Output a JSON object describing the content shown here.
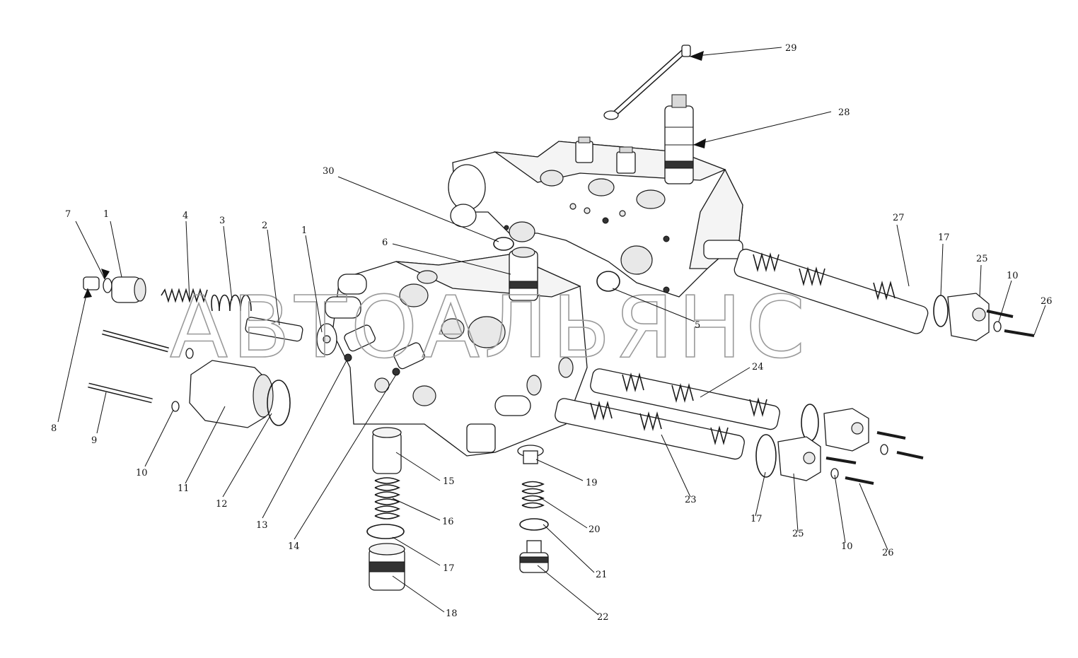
{
  "watermark": "АВТОАЛЬЯНС",
  "callouts": [
    {
      "id": "c29",
      "text": "29"
    },
    {
      "id": "c28",
      "text": "28"
    },
    {
      "id": "c30",
      "text": "30"
    },
    {
      "id": "c27",
      "text": "27"
    },
    {
      "id": "c17a",
      "text": "17"
    },
    {
      "id": "c25a",
      "text": "25"
    },
    {
      "id": "c10a",
      "text": "10"
    },
    {
      "id": "c26a",
      "text": "26"
    },
    {
      "id": "c7",
      "text": "7"
    },
    {
      "id": "c1a",
      "text": "1"
    },
    {
      "id": "c4",
      "text": "4"
    },
    {
      "id": "c3",
      "text": "3"
    },
    {
      "id": "c2",
      "text": "2"
    },
    {
      "id": "c1b",
      "text": "1"
    },
    {
      "id": "c6",
      "text": "6"
    },
    {
      "id": "c5",
      "text": "5"
    },
    {
      "id": "c24",
      "text": "24"
    },
    {
      "id": "c8",
      "text": "8"
    },
    {
      "id": "c9",
      "text": "9"
    },
    {
      "id": "c10b",
      "text": "10"
    },
    {
      "id": "c11",
      "text": "11"
    },
    {
      "id": "c12",
      "text": "12"
    },
    {
      "id": "c13",
      "text": "13"
    },
    {
      "id": "c14",
      "text": "14"
    },
    {
      "id": "c15",
      "text": "15"
    },
    {
      "id": "c16",
      "text": "16"
    },
    {
      "id": "c17b",
      "text": "17"
    },
    {
      "id": "c18",
      "text": "18"
    },
    {
      "id": "c19",
      "text": "19"
    },
    {
      "id": "c20",
      "text": "20"
    },
    {
      "id": "c21",
      "text": "21"
    },
    {
      "id": "c22",
      "text": "22"
    },
    {
      "id": "c23",
      "text": "23"
    },
    {
      "id": "c17c",
      "text": "17"
    },
    {
      "id": "c25b",
      "text": "25"
    },
    {
      "id": "c10c",
      "text": "10"
    },
    {
      "id": "c26b",
      "text": "26"
    }
  ]
}
